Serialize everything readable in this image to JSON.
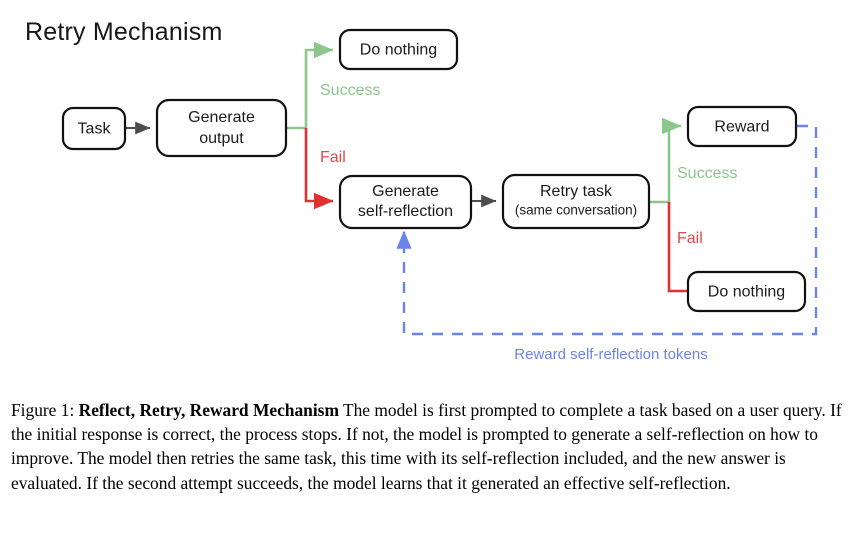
{
  "figure": {
    "title": "Retry Mechanism",
    "caption_prefix": "Figure 1:",
    "caption_bold": "Reflect, Retry, Reward Mechanism",
    "caption_body": "The model is first prompted to complete a task based on a user query. If the initial response is correct, the process stops. If not, the model is prompted to generate a self-reflection on how to improve. The model then retries the same task, this time with its self-reflection included, and the new answer is evaluated. If the second attempt succeeds, the model learns that it generated an effective self-reflection."
  },
  "nodes": {
    "task": "Task",
    "generate_output_line1": "Generate",
    "generate_output_line2": "output",
    "do_nothing_top": "Do nothing",
    "generate_reflection_line1": "Generate",
    "generate_reflection_line2": "self-reflection",
    "retry_task_line1": "Retry task",
    "retry_task_line2": "(same conversation)",
    "reward": "Reward",
    "do_nothing_bottom": "Do nothing"
  },
  "edge_labels": {
    "success_left": "Success",
    "fail_left": "Fail",
    "success_right": "Success",
    "fail_right": "Fail",
    "feedback_loop": "Reward self-reflection tokens"
  },
  "colors": {
    "success": "#8cc68c",
    "fail": "#e03030",
    "feedback": "#6b83ea",
    "neutral_edge": "#4d4d4d",
    "node_stroke": "#111111",
    "background": "#ffffff"
  },
  "chart_data": {
    "type": "diagram",
    "flow": [
      {
        "from": "Task",
        "to": "Generate output",
        "label": "",
        "color": "neutral"
      },
      {
        "from": "Generate output",
        "to": "Do nothing",
        "label": "Success",
        "color": "success"
      },
      {
        "from": "Generate output",
        "to": "Generate self-reflection",
        "label": "Fail",
        "color": "fail"
      },
      {
        "from": "Generate self-reflection",
        "to": "Retry task (same conversation)",
        "label": "",
        "color": "neutral"
      },
      {
        "from": "Retry task (same conversation)",
        "to": "Reward",
        "label": "Success",
        "color": "success"
      },
      {
        "from": "Retry task (same conversation)",
        "to": "Do nothing",
        "label": "Fail",
        "color": "fail"
      },
      {
        "from": "Reward",
        "to": "Generate self-reflection",
        "label": "Reward self-reflection tokens",
        "color": "feedback"
      }
    ]
  }
}
